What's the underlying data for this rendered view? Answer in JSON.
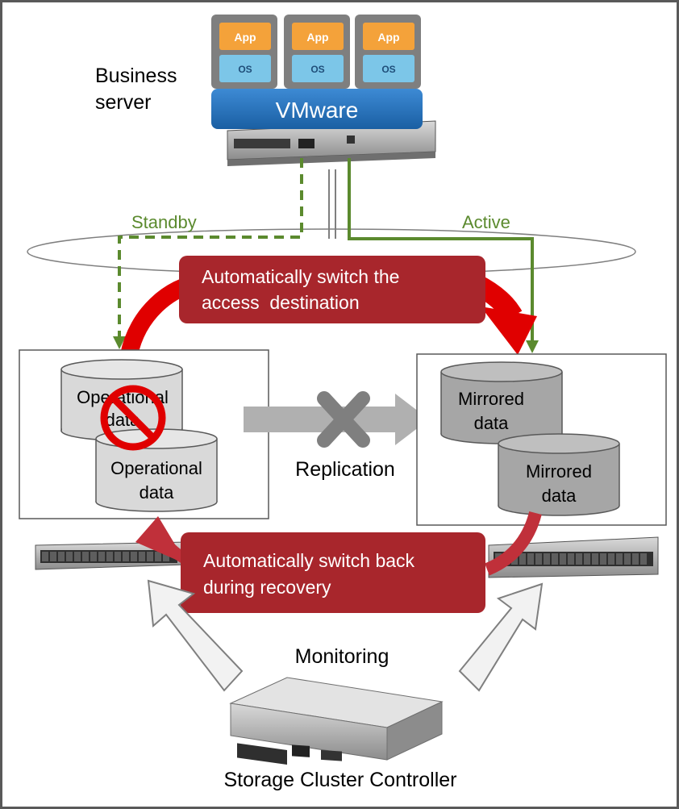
{
  "labels": {
    "business_server_line1": "Business",
    "business_server_line2": "server",
    "vmware": "VMware",
    "app": "App",
    "os": "OS",
    "standby": "Standby",
    "active": "Active",
    "switch_top_line1": "Automatically switch the",
    "switch_top_line2": "access  destination",
    "switch_bottom_line1": "Automatically switch back",
    "switch_bottom_line2": "during recovery",
    "replication": "Replication",
    "monitoring": "Monitoring",
    "controller": "Storage Cluster Controller",
    "operational_back_line1": "Operational",
    "operational_back_line2": "data",
    "operational_front_line1": "Operational",
    "operational_front_line2": "data",
    "mirrored_back_line1": "Mirrored",
    "mirrored_back_line2": "data",
    "mirrored_front_line1": "Mirrored",
    "mirrored_front_line2": "data"
  },
  "colors": {
    "green": "#5b8a2e",
    "red_box": "#a8262c",
    "red_arrow": "#e00000",
    "vmware_blue": "#1f6fb8",
    "app_orange": "#f4a23a",
    "os_blue": "#7cc6e8",
    "gray_arrow": "#b0b0b0",
    "gray_x": "#7f7f7f",
    "cyl_light": "#d9d9d9",
    "cyl_dark": "#a6a6a6"
  },
  "icons": [
    "prohibited-icon",
    "replication-failed-x-icon",
    "server-rack-icon"
  ]
}
